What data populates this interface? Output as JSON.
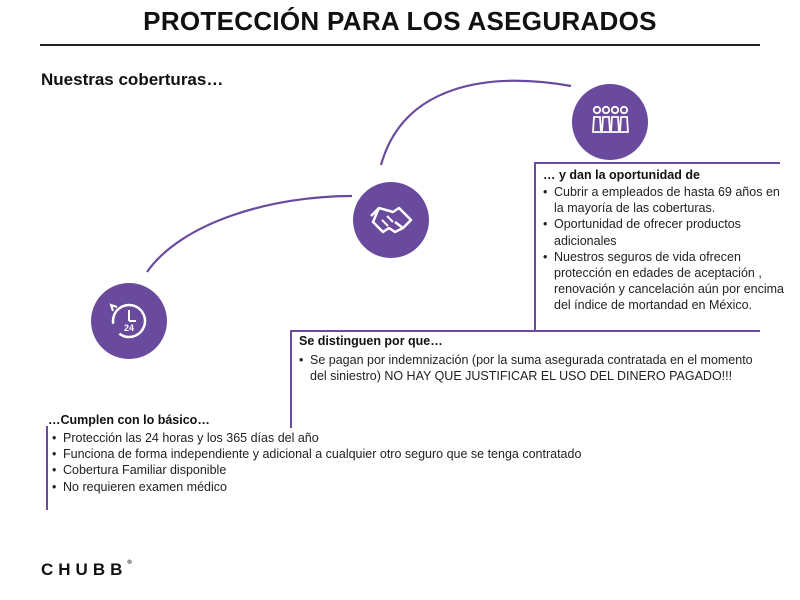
{
  "page": {
    "title": "PROTECCIÓN PARA LOS ASEGURADOS",
    "subtitle": "Nuestras coberturas…"
  },
  "colors": {
    "accent": "#6a4a9c",
    "text": "#222222"
  },
  "icons": {
    "step1": "clock-24-icon",
    "step2": "handshake-icon",
    "step3": "people-group-icon"
  },
  "sections": [
    {
      "heading": "…Cumplen con lo básico…",
      "items": [
        "Protección las 24 horas y los 365 días del año",
        "Funciona de forma independiente y adicional  a cualquier otro seguro que se tenga  contratado",
        "Cobertura Familiar disponible",
        "No requieren examen médico"
      ]
    },
    {
      "heading": "Se distinguen por que…",
      "items": [
        "Se pagan por indemnización (por la suma  asegurada contratada en el momento del  siniestro) NO HAY QUE JUSTIFICAR EL USO DEL DINERO PAGADO!!!"
      ]
    },
    {
      "heading": "… y dan la oportunidad de",
      "items": [
        "Cubrir a empleados de hasta 69 años en la mayoría de las coberturas.",
        "Oportunidad de ofrecer productos adicionales",
        "Nuestros seguros de vida ofrecen protección en edades de aceptación , renovación y cancelación aún por encima del índice de mortandad en México."
      ]
    }
  ],
  "clock": {
    "label": "24"
  },
  "logo": {
    "text": "CHUBB",
    "mark": "®"
  }
}
